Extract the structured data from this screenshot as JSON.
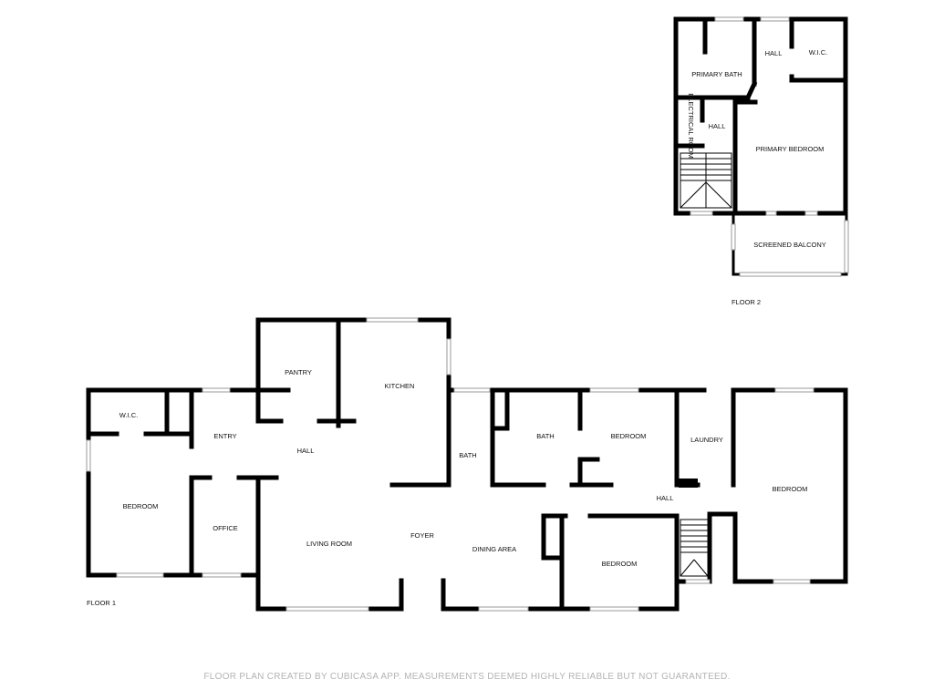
{
  "floor1": {
    "label": "FLOOR 1",
    "rooms": {
      "pantry": "PANTRY",
      "kitchen": "KITCHEN",
      "wic": "W.I.C.",
      "entry": "ENTRY",
      "hall_main": "HALL",
      "bedroom_left": "BEDROOM",
      "office": "OFFICE",
      "living_room": "LIVING ROOM",
      "foyer": "FOYER",
      "dining_area": "DINING AREA",
      "bath_1": "BATH",
      "bath_2": "BATH",
      "bedroom_center": "BEDROOM",
      "laundry": "LAUNDRY",
      "hall_right": "HALL",
      "bedroom_right": "BEDROOM",
      "bedroom_bottom": "BEDROOM"
    }
  },
  "floor2": {
    "label": "FLOOR 2",
    "rooms": {
      "primary_bath": "PRIMARY BATH",
      "hall_top": "HALL",
      "wic": "W.I.C.",
      "electrical_room": "ELECTRICAL ROOM",
      "hall_small": "HALL",
      "primary_bedroom": "PRIMARY BEDROOM",
      "screened_balcony": "SCREENED BALCONY"
    }
  },
  "footer": "FLOOR PLAN CREATED BY CUBICASA APP. MEASUREMENTS DEEMED HIGHLY RELIABLE BUT NOT GUARANTEED."
}
